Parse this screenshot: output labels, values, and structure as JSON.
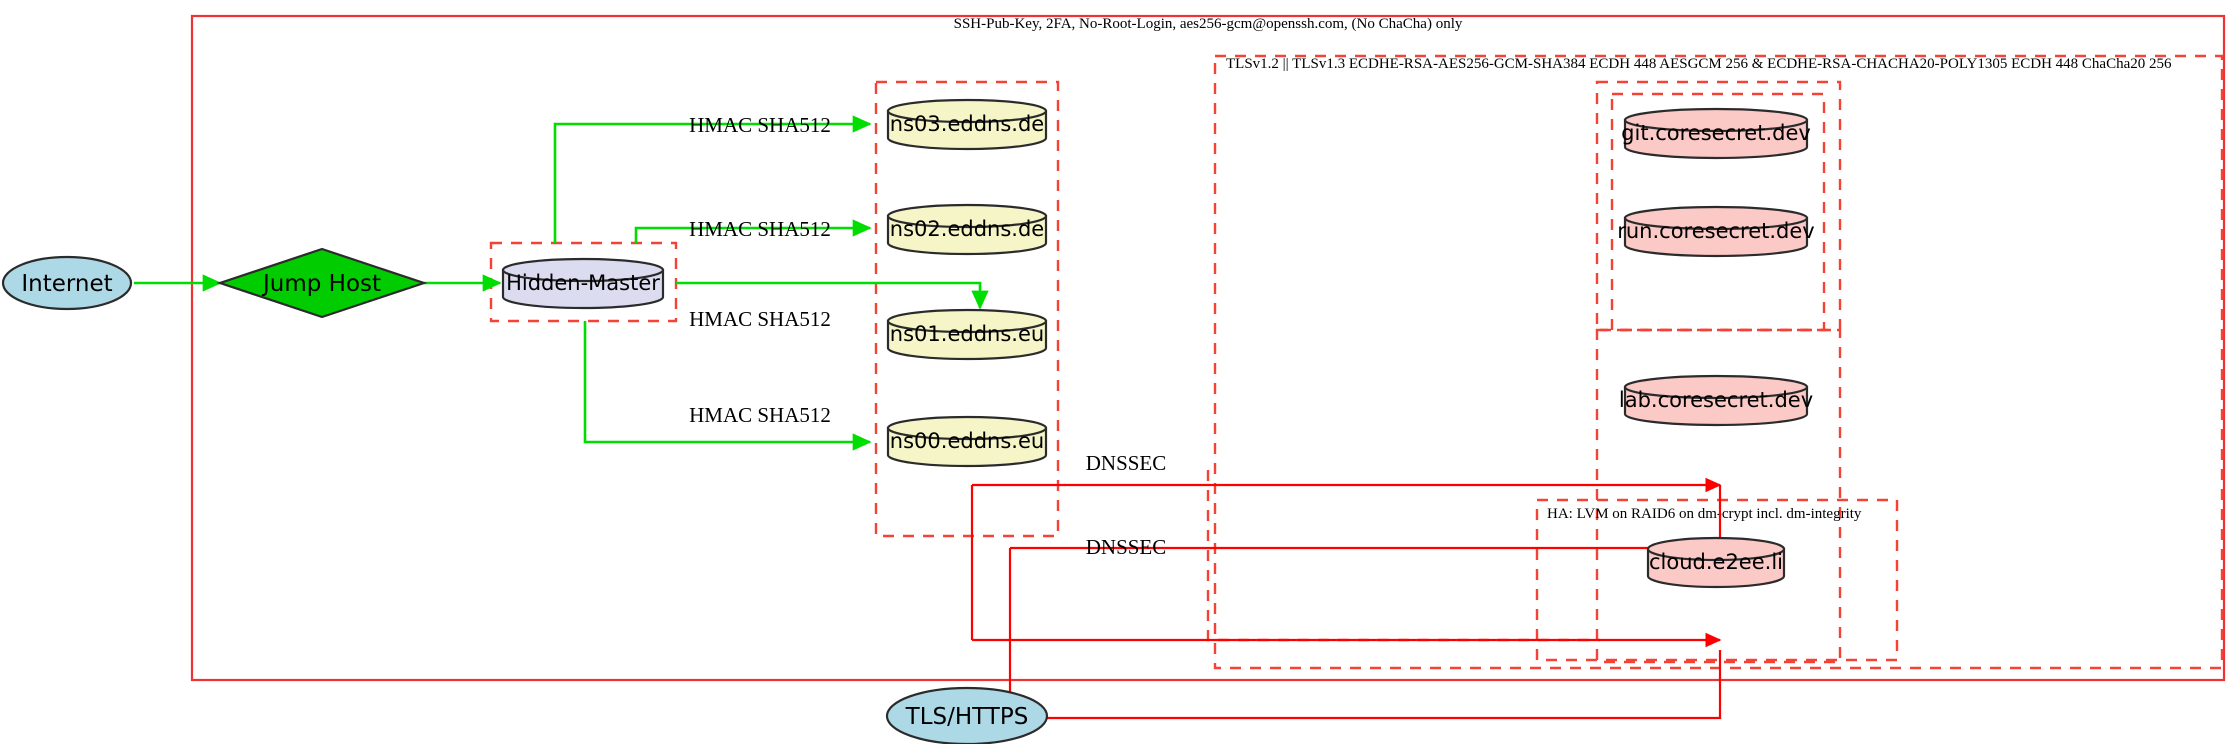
{
  "diagram": {
    "title": "SSH-Pub-Key, 2FA, No-Root-Login, aes256-gcm@openssh.com, (No ChaCha) only",
    "clusters": [
      {
        "id": "tls-cluster",
        "label": "TLSv1.2 || TLSv1.3 ECDHE-RSA-AES256-GCM-SHA384 ECDH 448 AESGCM 256 & ECDHE-RSA-CHACHA20-POLY1305 ECDH 448 ChaCha20 256"
      },
      {
        "id": "ha-cluster",
        "label": "HA: LVM on RAID6 on dm-crypt incl. dm-integrity"
      }
    ],
    "nodes": [
      {
        "id": "internet",
        "label": "Internet",
        "shape": "ellipse",
        "color": "#add8e6"
      },
      {
        "id": "jump-host",
        "label": "Jump Host",
        "shape": "diamond",
        "color": "#00cc00"
      },
      {
        "id": "hidden-master",
        "label": "Hidden-Master",
        "shape": "cylinder",
        "color": "#dcdcf0"
      },
      {
        "id": "ns03",
        "label": "ns03.eddns.de",
        "shape": "cylinder",
        "color": "#f5f5c8"
      },
      {
        "id": "ns02",
        "label": "ns02.eddns.de",
        "shape": "cylinder",
        "color": "#f5f5c8"
      },
      {
        "id": "ns01",
        "label": "ns01.eddns.eu",
        "shape": "cylinder",
        "color": "#f5f5c8"
      },
      {
        "id": "ns00",
        "label": "ns00.eddns.eu",
        "shape": "cylinder",
        "color": "#f5f5c8"
      },
      {
        "id": "git",
        "label": "git.coresecret.dev",
        "shape": "cylinder",
        "color": "#fbc9c6"
      },
      {
        "id": "run",
        "label": "run.coresecret.dev",
        "shape": "cylinder",
        "color": "#fbc9c6"
      },
      {
        "id": "lab",
        "label": "lab.coresecret.dev",
        "shape": "cylinder",
        "color": "#fbc9c6"
      },
      {
        "id": "cloud",
        "label": "cloud.e2ee.li",
        "shape": "cylinder",
        "color": "#fbc9c6"
      },
      {
        "id": "tls-https",
        "label": "TLS/HTTPS",
        "shape": "ellipse",
        "color": "#add8e6"
      }
    ],
    "edge_labels": {
      "hmac_ns03": "HMAC SHA512",
      "hmac_ns02": "HMAC SHA512",
      "hmac_ns01": "HMAC SHA512",
      "hmac_ns00": "HMAC SHA512",
      "dnssec_upper": "DNSSEC",
      "dnssec_lower": "DNSSEC"
    },
    "colors": {
      "edge_green": "#00dd00",
      "edge_red": "#ff0000",
      "cluster_border": "#f44336",
      "outer_border": "#ee3333",
      "node_stroke": "#2b2b2b"
    }
  }
}
